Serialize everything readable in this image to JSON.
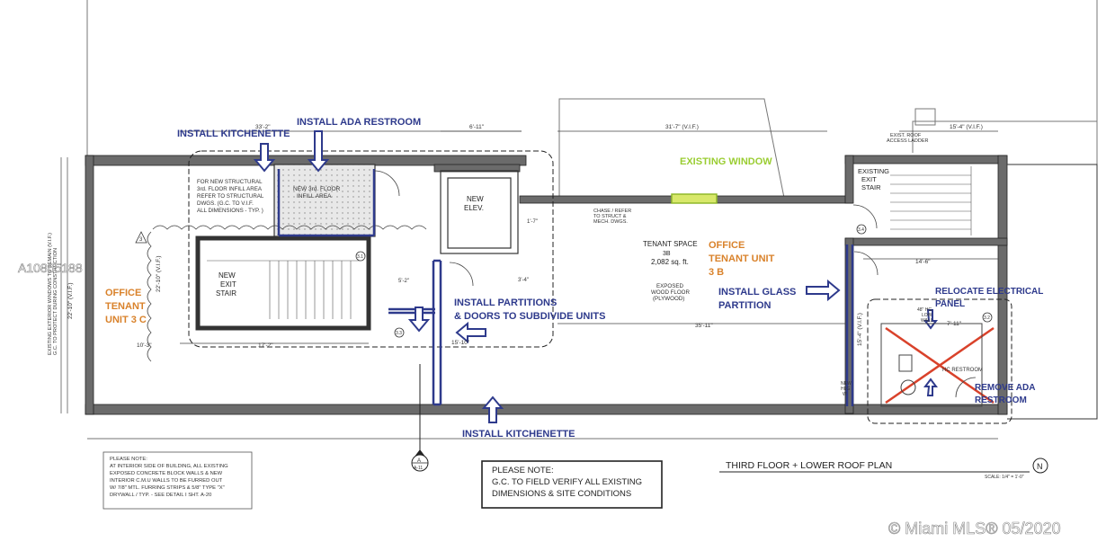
{
  "labels": {
    "install_kitchenette_top": "INSTALL KITCHENETTE",
    "install_ada_restroom": "INSTALL ADA RESTROOM",
    "existing_window": "EXISTING WINDOW",
    "office_tenant_3c": [
      "OFFICE",
      "TENANT",
      "UNIT 3 C"
    ],
    "office_tenant_3b": [
      "OFFICE",
      "TENANT UNIT",
      "3 B"
    ],
    "install_partitions": [
      "INSTALL PARTITIONS",
      "& DOORS TO SUBDIVIDE UNITS"
    ],
    "install_glass_partition": [
      "INSTALL GLASS",
      "PARTITION"
    ],
    "relocate_electrical": [
      "RELOCATE ELECTRICAL",
      "PANEL"
    ],
    "remove_ada_restroom": [
      "REMOVE ADA",
      "RESTROOM"
    ],
    "install_kitchenette_bottom": "INSTALL KITCHENETTE",
    "new_elev": [
      "NEW",
      "ELEV."
    ],
    "new_exit_stair": [
      "NEW",
      "EXIT",
      "STAIR"
    ],
    "existing_exit_stair": [
      "EXISTING",
      "EXIT",
      "STAIR"
    ],
    "new_floor_infill": [
      "NEW  3rd. FLOOR",
      "INFILL AREA"
    ],
    "structural_note": [
      "FOR NEW STRUCTURAL",
      "3rd. FLOOR INFILL AREA",
      "REFER TO STRUCTURAL",
      "DWGS.  (G.C. TO V.I.F.",
      "ALL DIMENSIONS - TYP. )"
    ],
    "tenant_space": [
      "TENANT SPACE",
      "3B",
      "2,082 sq. ft."
    ],
    "exposed_floor": [
      "EXPOSED",
      "WOOD FLOOR",
      "(PLYWOOD)"
    ],
    "chase_note": [
      "CHASE / REFER",
      "TO STRUCT &",
      "MECH. DWGS."
    ],
    "exist_roof_ladder": [
      "EXIST. ROOF",
      "ACCESS LADDER"
    ],
    "hc_restroom": "HC RESTROOM",
    "low_wall": [
      "48\" HG.",
      "LOW",
      "WALL"
    ],
    "new_hi_wall": [
      "NEW",
      "HI.G",
      "W"
    ],
    "left_wall_note": [
      "EXISTING EXTERIOR WINDOWS TO REMAIN (V.I.F.)",
      "G.C. TO PROTECT DURING CONSTRUCTION"
    ]
  },
  "dimensions": {
    "top_33_2": "33'-2\"",
    "top_6_11": "6'-11\"",
    "top_31_7": "31'-7\" (V.I.F.)",
    "top_15_4": "15'-4\" (V.I.F.)",
    "d_1_7": "1'-7\"",
    "d_17_2": "17'-2\"",
    "d_10_3": "10'-3\"",
    "d_15_10": "15'-10\"",
    "d_35_11": "35'-11\"",
    "d_14_6": "14'-6\"",
    "d_7_11": "7'-11\"",
    "d_3_4": "3'-4\"",
    "d_5_2": "5'-2\"",
    "v_22_10": "22'-10\" (V.I.F.)",
    "v_22_10b": "22'-10\" (V.I.F.)",
    "v_15_4": "15'-4\" (V.I.F.)"
  },
  "notes": {
    "please_note_left": [
      "PLEASE NOTE:",
      "AT INTERIOR SIDE OF BUILDING, ALL EXISTING",
      "EXPOSED CONCRETE BLOCK WALLS & NEW",
      "INTERIOR C.M.U WALLS TO BE FURRED OUT",
      "W/ 7/8\" MTL. FURRING STRIPS & 5/8\" TYPE \"X\"",
      "DRYWALL / TYP. - SEE DETAIL I SHT. A-20"
    ],
    "please_note_center": [
      "PLEASE NOTE:",
      "G.C. TO FIELD VERIFY ALL EXISTING",
      "DIMENSIONS & SITE CONDITIONS"
    ]
  },
  "title": "THIRD FLOOR + LOWER ROOF PLAN",
  "scale": "SCALE: 1/4\" = 1'-0\"",
  "section_tag": [
    "A",
    "A-11"
  ],
  "watermark": "© Miami MLS® 05/2020",
  "listing_id": "A10865188",
  "colors": {
    "annotation_blue": "#2e3a8c",
    "tenant_orange": "#d9822b",
    "window_green": "#9acd32",
    "window_fill": "#d8e86a",
    "remove_x": "#d9422b"
  },
  "room_tags": [
    "3",
    "3.1",
    "3.2",
    "3.3",
    "3.4",
    "3B"
  ]
}
